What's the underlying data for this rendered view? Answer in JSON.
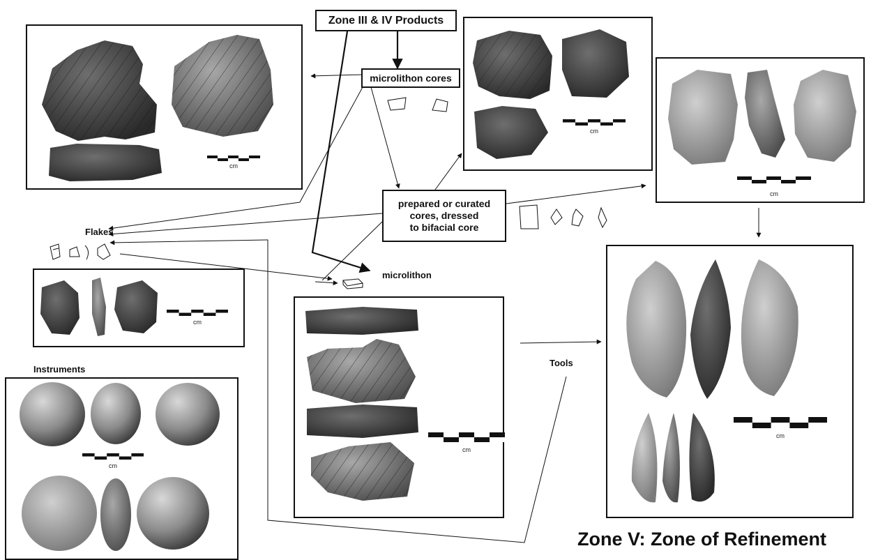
{
  "labels": {
    "zone_products": "Zone III & IV Products",
    "microlithon_cores": "microlithon cores",
    "prepared_cores": "prepared or curated\ncores, dressed\nto bifacial core",
    "flakes": "Flakes",
    "microlithon": "microlithon",
    "tools": "Tools",
    "instruments": "Instruments",
    "zone_title": "Zone V: Zone of Refinement"
  },
  "scale_unit": "cm",
  "colors": {
    "stone_dark": "#3a3a3a",
    "stone_mid": "#6b6b6b",
    "stone_light": "#9a9a9a",
    "stone_pale": "#b8b8b8",
    "line": "#111111"
  }
}
